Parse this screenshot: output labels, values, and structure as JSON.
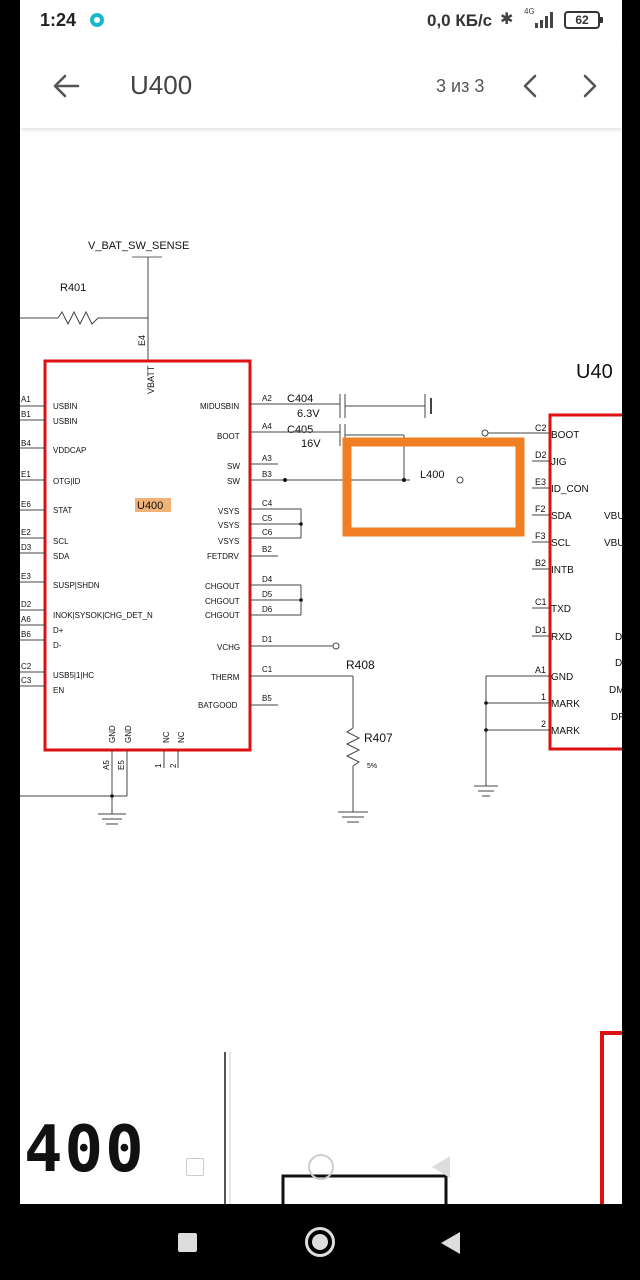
{
  "status_bar": {
    "time": "1:24",
    "net_speed": "0,0 КБ/с",
    "network_type": "4G",
    "battery": "62",
    "icons": [
      "notification-dot-icon",
      "bluetooth-icon",
      "signal-icon",
      "battery-icon"
    ]
  },
  "app_bar": {
    "title": "U400",
    "counter": "3 из 3",
    "icons": [
      "arrow-left-icon",
      "chevron-left-icon",
      "chevron-right-icon"
    ]
  },
  "highlight_color": "#f07f23",
  "schematic": {
    "net_label": "V_BAT_SW_SENSE",
    "r401": "R401",
    "e4": "E4",
    "vbatt": "VBATT",
    "chip_label": "U400",
    "chip_left_pins": [
      {
        "num": "A1",
        "name": "USBIN"
      },
      {
        "num": "B1",
        "name": "USBIN"
      },
      {
        "num": "B4",
        "name": "VDDCAP"
      },
      {
        "num": "E1",
        "name": "OTG|ID"
      },
      {
        "num": "E6",
        "name": "STAT"
      },
      {
        "num": "E2",
        "name": "SCL"
      },
      {
        "num": "D3",
        "name": "SDA"
      },
      {
        "num": "E3",
        "name": "SUSP|SHDN"
      },
      {
        "num": "D2",
        "name": "INOK|SYSOK|CHG_DET_N"
      },
      {
        "num": "A6",
        "name": "D+"
      },
      {
        "num": "B6",
        "name": "D-"
      },
      {
        "num": "C2",
        "name": "USB5|1|HC"
      },
      {
        "num": "C3",
        "name": "EN"
      }
    ],
    "chip_right_pins": [
      {
        "num": "A2",
        "name": "MIDUSBIN"
      },
      {
        "num": "A4",
        "name": "BOOT"
      },
      {
        "num": "A3",
        "name": "SW"
      },
      {
        "num": "B3",
        "name": "SW"
      },
      {
        "num": "C4",
        "name": "VSYS"
      },
      {
        "num": "C5",
        "name": "VSYS"
      },
      {
        "num": "C6",
        "name": "VSYS"
      },
      {
        "num": "B2",
        "name": "FETDRV"
      },
      {
        "num": "D4",
        "name": "CHGOUT"
      },
      {
        "num": "D5",
        "name": "CHGOUT"
      },
      {
        "num": "D6",
        "name": "CHGOUT"
      },
      {
        "num": "D1",
        "name": "VCHG"
      },
      {
        "num": "C1",
        "name": "THERM"
      },
      {
        "num": "B5",
        "name": "BATGOOD"
      }
    ],
    "chip_bottom_pins": [
      {
        "num": "A5",
        "name": "GND"
      },
      {
        "num": "E5",
        "name": "GND"
      },
      {
        "num": "1",
        "name": "NC"
      },
      {
        "num": "2",
        "name": "NC"
      }
    ],
    "c404": "C404",
    "c404_val": "6.3V",
    "c405": "C405",
    "c405_val": "16V",
    "l400": "L400",
    "r408": "R408",
    "r407": "R407",
    "r407_val": "5%",
    "u400_right_label": "U40",
    "u400_right_pins": [
      {
        "num": "C2",
        "name": "BOOT"
      },
      {
        "num": "D2",
        "name": "JIG"
      },
      {
        "num": "E3",
        "name": "ID_CON"
      },
      {
        "num": "F2",
        "name": "SDA"
      },
      {
        "num": "F3",
        "name": "SCL"
      },
      {
        "num": "B2",
        "name": "INTB"
      },
      {
        "num": "C1",
        "name": "TXD"
      },
      {
        "num": "D1",
        "name": "RXD"
      },
      {
        "num": "A1",
        "name": "GND"
      },
      {
        "num": "1",
        "name": "MARK"
      },
      {
        "num": "2",
        "name": "MARK"
      }
    ],
    "u400_right_partial": [
      "VBU",
      "VBU",
      "D",
      "D",
      "DM",
      "DF"
    ],
    "big_label": "400"
  }
}
